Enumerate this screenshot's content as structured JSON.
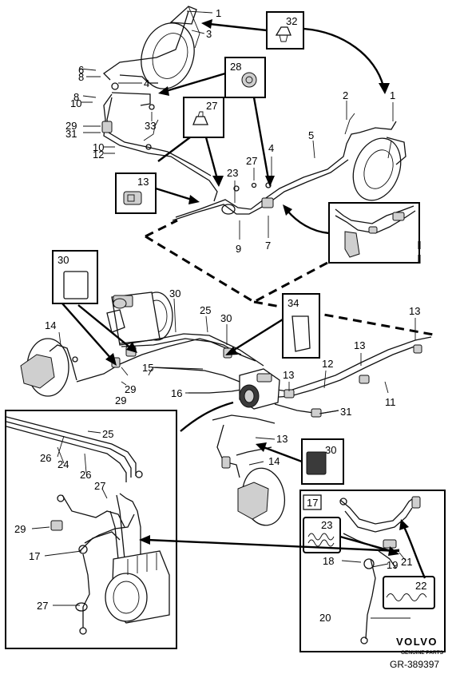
{
  "callouts": {
    "c1a": "1",
    "c3a": "3",
    "c6": "6",
    "c8a": "8",
    "c4a": "4",
    "c8b": "8",
    "c10a": "10",
    "c33": "33",
    "c29a": "29",
    "c31a": "31",
    "c10b": "10",
    "c12a": "12",
    "c2": "2",
    "c1b": "1",
    "c5": "5",
    "c4b": "4",
    "c27a": "27",
    "c23": "23",
    "c9": "9",
    "c7": "7",
    "c14a": "14",
    "c29b": "29",
    "c29c": "29",
    "c30a": "30",
    "c25a": "25",
    "c30b": "30",
    "c15": "15",
    "c16": "16",
    "c13a": "13",
    "c13b": "13",
    "c13c": "13",
    "c12b": "12",
    "c11": "11",
    "c31b": "31",
    "c13d": "13",
    "c14b": "14",
    "c25b": "25",
    "c26a": "26",
    "c24": "24",
    "c26b": "26",
    "c27c": "27",
    "c29d": "29",
    "c17a": "17",
    "c27d": "27",
    "c23b": "23",
    "c18": "18",
    "c19": "19",
    "c21": "21",
    "c22": "22",
    "c20": "20"
  },
  "boxes": {
    "b32": "32",
    "b28": "28",
    "b27": "27",
    "b13": "13",
    "b30": "30",
    "b34": "34",
    "b30b": "30",
    "b17": "17"
  },
  "footer": {
    "brand": "VOLVO",
    "sub": "GENUINE PARTS",
    "code": "GR-389397"
  }
}
